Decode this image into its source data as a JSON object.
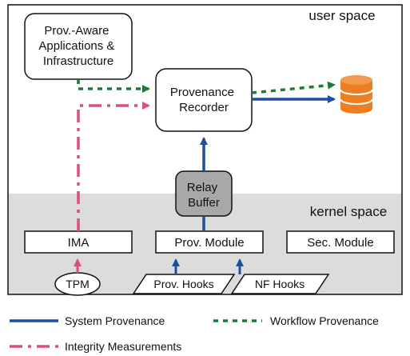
{
  "regions": {
    "user_space": "user space",
    "kernel_space": "kernel space"
  },
  "nodes": {
    "prov_aware_apps": [
      "Prov.-Aware",
      "Applications &",
      "Infrastructure"
    ],
    "provenance_recorder": [
      "Provenance",
      "Recorder"
    ],
    "relay_buffer": [
      "Relay",
      "Buffer"
    ],
    "ima": "IMA",
    "prov_module": "Prov. Module",
    "sec_module": "Sec. Module",
    "tpm": "TPM",
    "prov_hooks": "Prov. Hooks",
    "nf_hooks": "NF Hooks"
  },
  "legend": {
    "system": "System Provenance",
    "workflow": "Workflow Provenance",
    "integrity": "Integrity Measurements"
  },
  "colors": {
    "system": "#1f4e9c",
    "workflow": "#1d7a3a",
    "integrity": "#d9507a",
    "storage": "#ef7e22",
    "kernel_bg": "#dcdcdc",
    "relay_fill": "#a8a8a8"
  },
  "icons": {
    "storage": "database-icon"
  }
}
